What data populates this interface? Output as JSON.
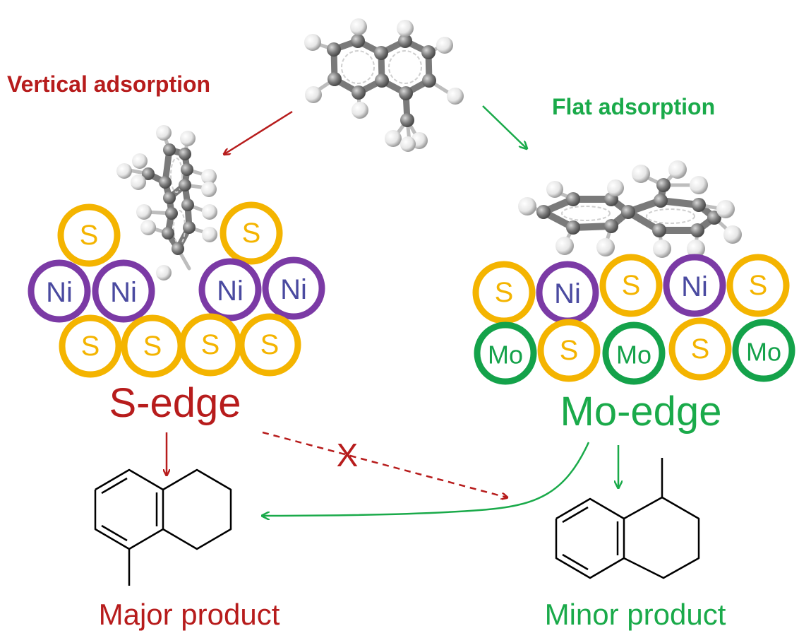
{
  "colors": {
    "red": "#b71c1c",
    "green": "#1aaa4a",
    "sulfur": "#f4b400",
    "nickel": "#7b3aa5",
    "molybdenum": "#14a24a",
    "carbon": "#7a7a7a",
    "hydrogen": "#f2f2f2",
    "bond": "#000000"
  },
  "labels": {
    "vertical_adsorption": "Vertical adsorption",
    "flat_adsorption": "Flat adsorption",
    "s_edge": "S-edge",
    "mo_edge": "Mo-edge",
    "major_product": "Major product",
    "minor_product": "Minor product",
    "blocked_mark": "X"
  },
  "s_edge_atoms": {
    "top_row": [
      "S",
      "S"
    ],
    "middle_row": [
      "Ni",
      "Ni",
      "Ni",
      "Ni"
    ],
    "bottom_row": [
      "S",
      "S",
      "S",
      "S"
    ]
  },
  "mo_edge_atoms": {
    "top_row": [
      "S",
      "Ni",
      "S",
      "Ni",
      "S"
    ],
    "bottom_row": [
      "Mo",
      "S",
      "Mo",
      "S",
      "Mo"
    ]
  }
}
